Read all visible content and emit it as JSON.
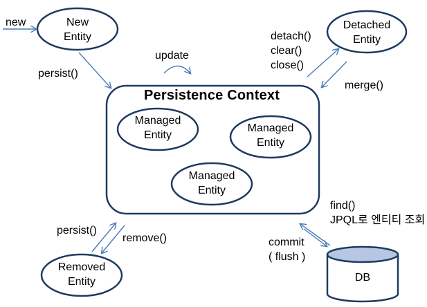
{
  "title": "Persistence Context",
  "nodes": {
    "new_entity": [
      "New",
      "Entity"
    ],
    "detached_entity": [
      "Detached",
      "Entity"
    ],
    "managed_1": [
      "Managed",
      "Entity"
    ],
    "managed_2": [
      "Managed",
      "Entity"
    ],
    "managed_3": [
      "Managed",
      "Entity"
    ],
    "removed_entity": [
      "Removed",
      "Entity"
    ],
    "db": "DB"
  },
  "edges": {
    "new": "new",
    "persist_top": "persist()",
    "update": "update",
    "detach_ops": [
      "detach()",
      "clear()",
      "close()"
    ],
    "merge": "merge()",
    "find_ops": [
      "find()",
      "JPQL로 엔티티 조회"
    ],
    "commit_ops": [
      "commit",
      "( flush )"
    ],
    "persist_bottom": "persist()",
    "remove": "remove()"
  },
  "colors": {
    "stroke": "#1f3a5f",
    "arrow": "#4a7ab8",
    "text": "#000000",
    "db_top": "#b7c7e3"
  }
}
